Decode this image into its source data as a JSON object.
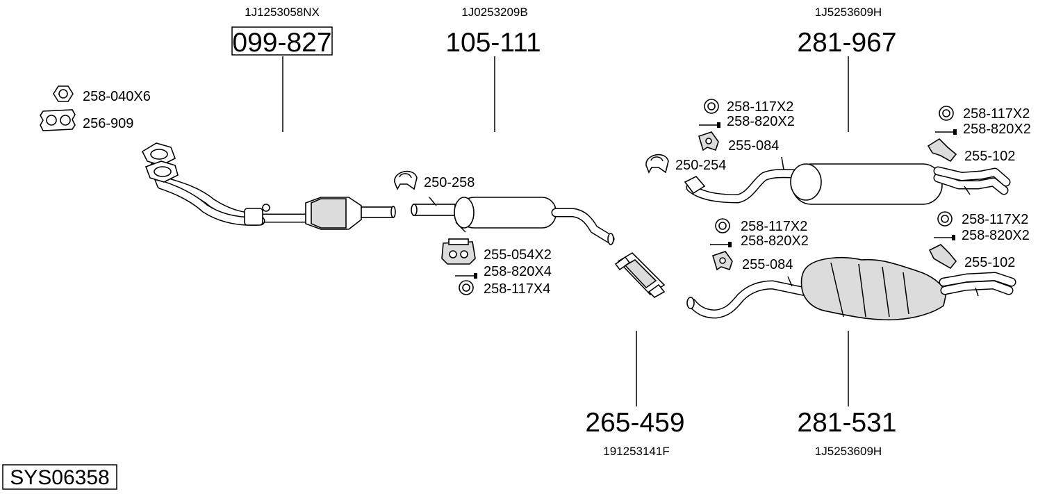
{
  "system_label": "SYS06358",
  "assemblies": [
    {
      "part_number": "099-827",
      "oem": "1J1253058NX"
    },
    {
      "part_number": "105-111",
      "oem": "1J0253209B"
    },
    {
      "part_number": "281-967",
      "oem": "1J5253609H"
    },
    {
      "part_number": "265-459",
      "oem": "191253141F"
    },
    {
      "part_number": "281-531",
      "oem": "1J5253609H"
    }
  ],
  "accessories": {
    "nut": "258-040X6",
    "gasket": "256-909",
    "clamp_mid": "250-258",
    "mount_mid": "255-054X2",
    "bolt_mid": "258-820X4",
    "ring_mid": "258-117X4",
    "ring_rear_top_left": "258-117X2",
    "bolt_rear_top_left": "258-820X2",
    "mount_rear_top_left": "255-084",
    "clamp_rear_top": "250-254",
    "ring_rear_top_right": "258-117X2",
    "bolt_rear_top_right": "258-820X2",
    "mount_rear_top_right": "255-102",
    "ring_rear_bot_left": "258-117X2",
    "bolt_rear_bot_left": "258-820X2",
    "mount_rear_bot_left": "255-084",
    "ring_rear_bot_right": "258-117X2",
    "bolt_rear_bot_right": "258-820X2",
    "mount_rear_bot_right": "255-102"
  }
}
